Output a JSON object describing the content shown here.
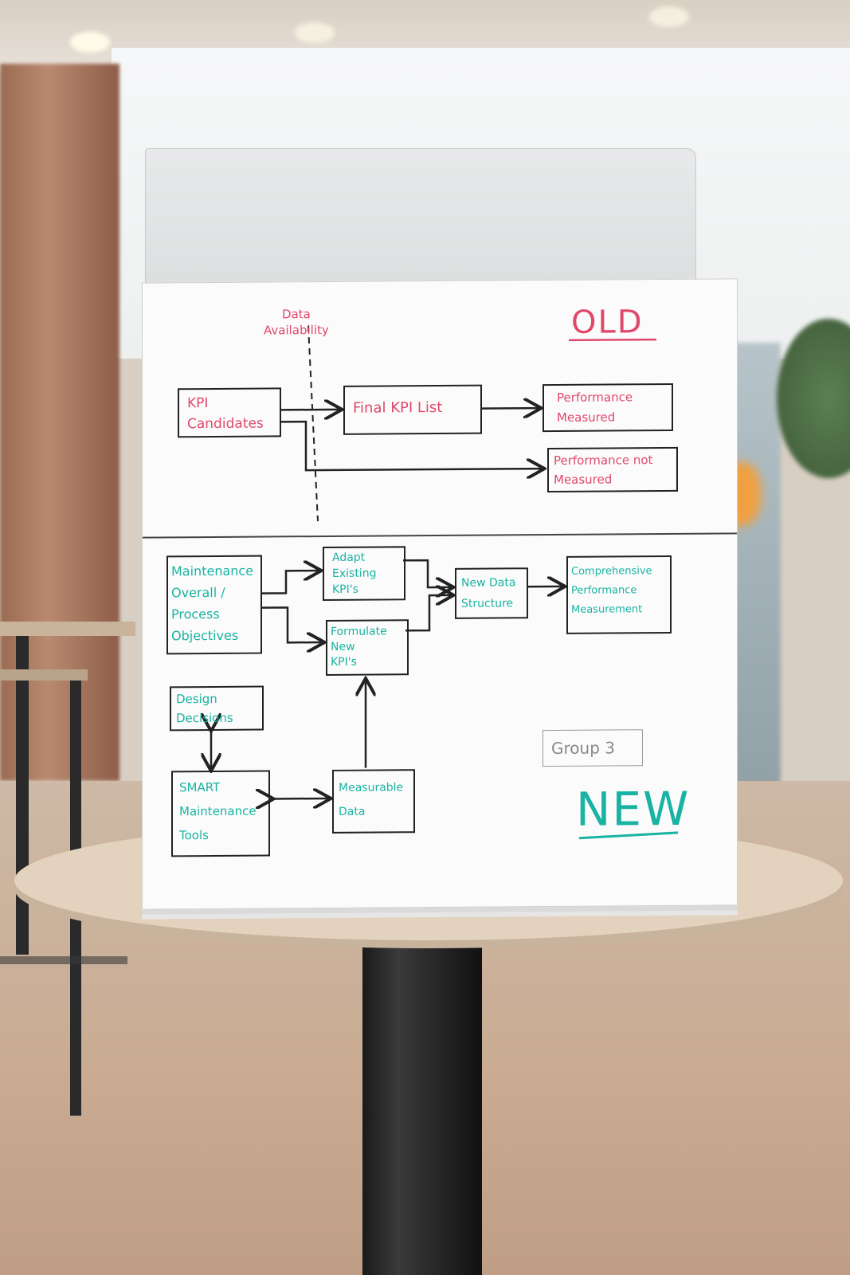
{
  "old_section": {
    "title": "OLD",
    "data_availability": "Data\nAvailability",
    "kpi_candidates": "KPI\nCandidates",
    "final_kpi_list": "Final KPI List",
    "performance_measured": "Performance\nMeasured",
    "performance_not_measured": "Performance not\nMeasured"
  },
  "new_section": {
    "title": "NEW",
    "maintenance_objectives": "Maintenance\nOverall /\nProcess\nObjectives",
    "adapt_kpis": "Adapt\nExisting\nKPI's",
    "formulate_kpis": "Formulate\nNew\nKPI's",
    "new_data_structure": "New Data\nStructure",
    "comprehensive_measurement": "Comprehensive\nPerformance\nMeasurement",
    "design_decisions": "Design\nDecisions",
    "smart_tools": "SMART\nMaintenance\nTools",
    "measurable_data": "Measurable\nData"
  },
  "group_label": "Group 3",
  "colors": {
    "old_marker": "#e0486b",
    "new_marker": "#18b3a2",
    "ink": "#222222"
  }
}
